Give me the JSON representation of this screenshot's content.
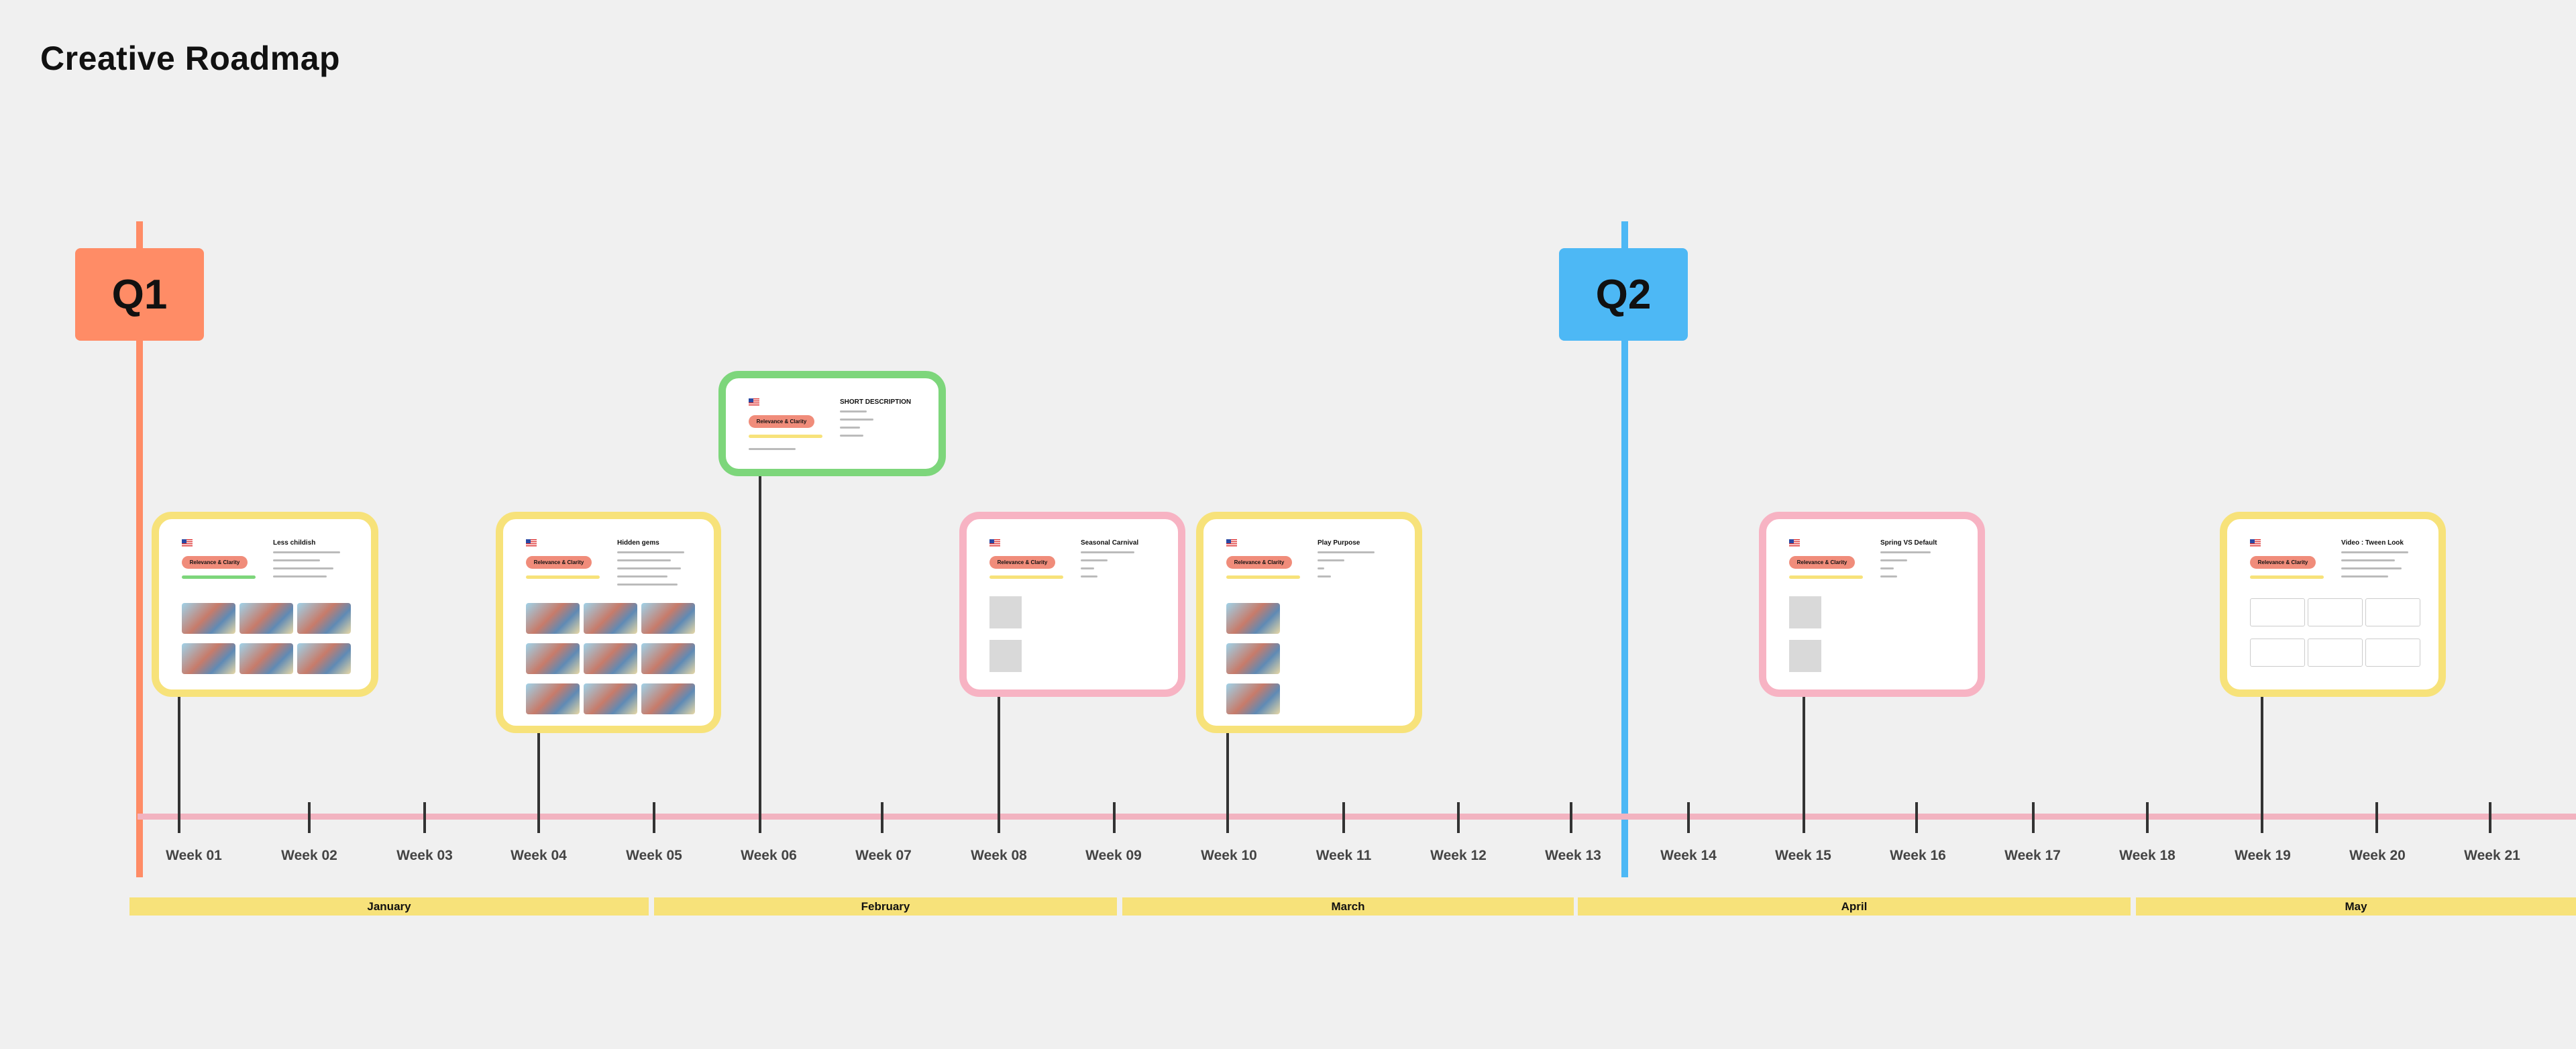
{
  "title": "Creative Roadmap",
  "quarters": [
    {
      "label": "Q1",
      "color": "#ff8c66"
    },
    {
      "label": "Q2",
      "color": "#4db8f5"
    }
  ],
  "weeks": [
    "Week 01",
    "Week 02",
    "Week 03",
    "Week 04",
    "Week 05",
    "Week 06",
    "Week 07",
    "Week 08",
    "Week 09",
    "Week 10",
    "Week 11",
    "Week 12",
    "Week 13",
    "Week 14",
    "Week 15",
    "Week 16",
    "Week 17",
    "Week 18",
    "Week 19",
    "Week 20",
    "Week 21"
  ],
  "months": [
    "January",
    "February",
    "March",
    "April",
    "May"
  ],
  "cards": [
    {
      "title": "Less childish",
      "tag": "Relevance & Clarity",
      "color": "yellow"
    },
    {
      "title": "Hidden gems",
      "tag": "Relevance & Clarity",
      "color": "yellow"
    },
    {
      "title": "SHORT DESCRIPTION",
      "tag": "Relevance & Clarity",
      "color": "green"
    },
    {
      "title": "Seasonal Carnival",
      "tag": "Relevance & Clarity",
      "color": "pink"
    },
    {
      "title": "Play Purpose",
      "tag": "Relevance & Clarity",
      "color": "yellow"
    },
    {
      "title": "Spring VS Default",
      "tag": "Relevance & Clarity",
      "color": "pink"
    },
    {
      "title": "Video : Tween Look",
      "tag": "Relevance & Clarity",
      "color": "yellow"
    }
  ]
}
